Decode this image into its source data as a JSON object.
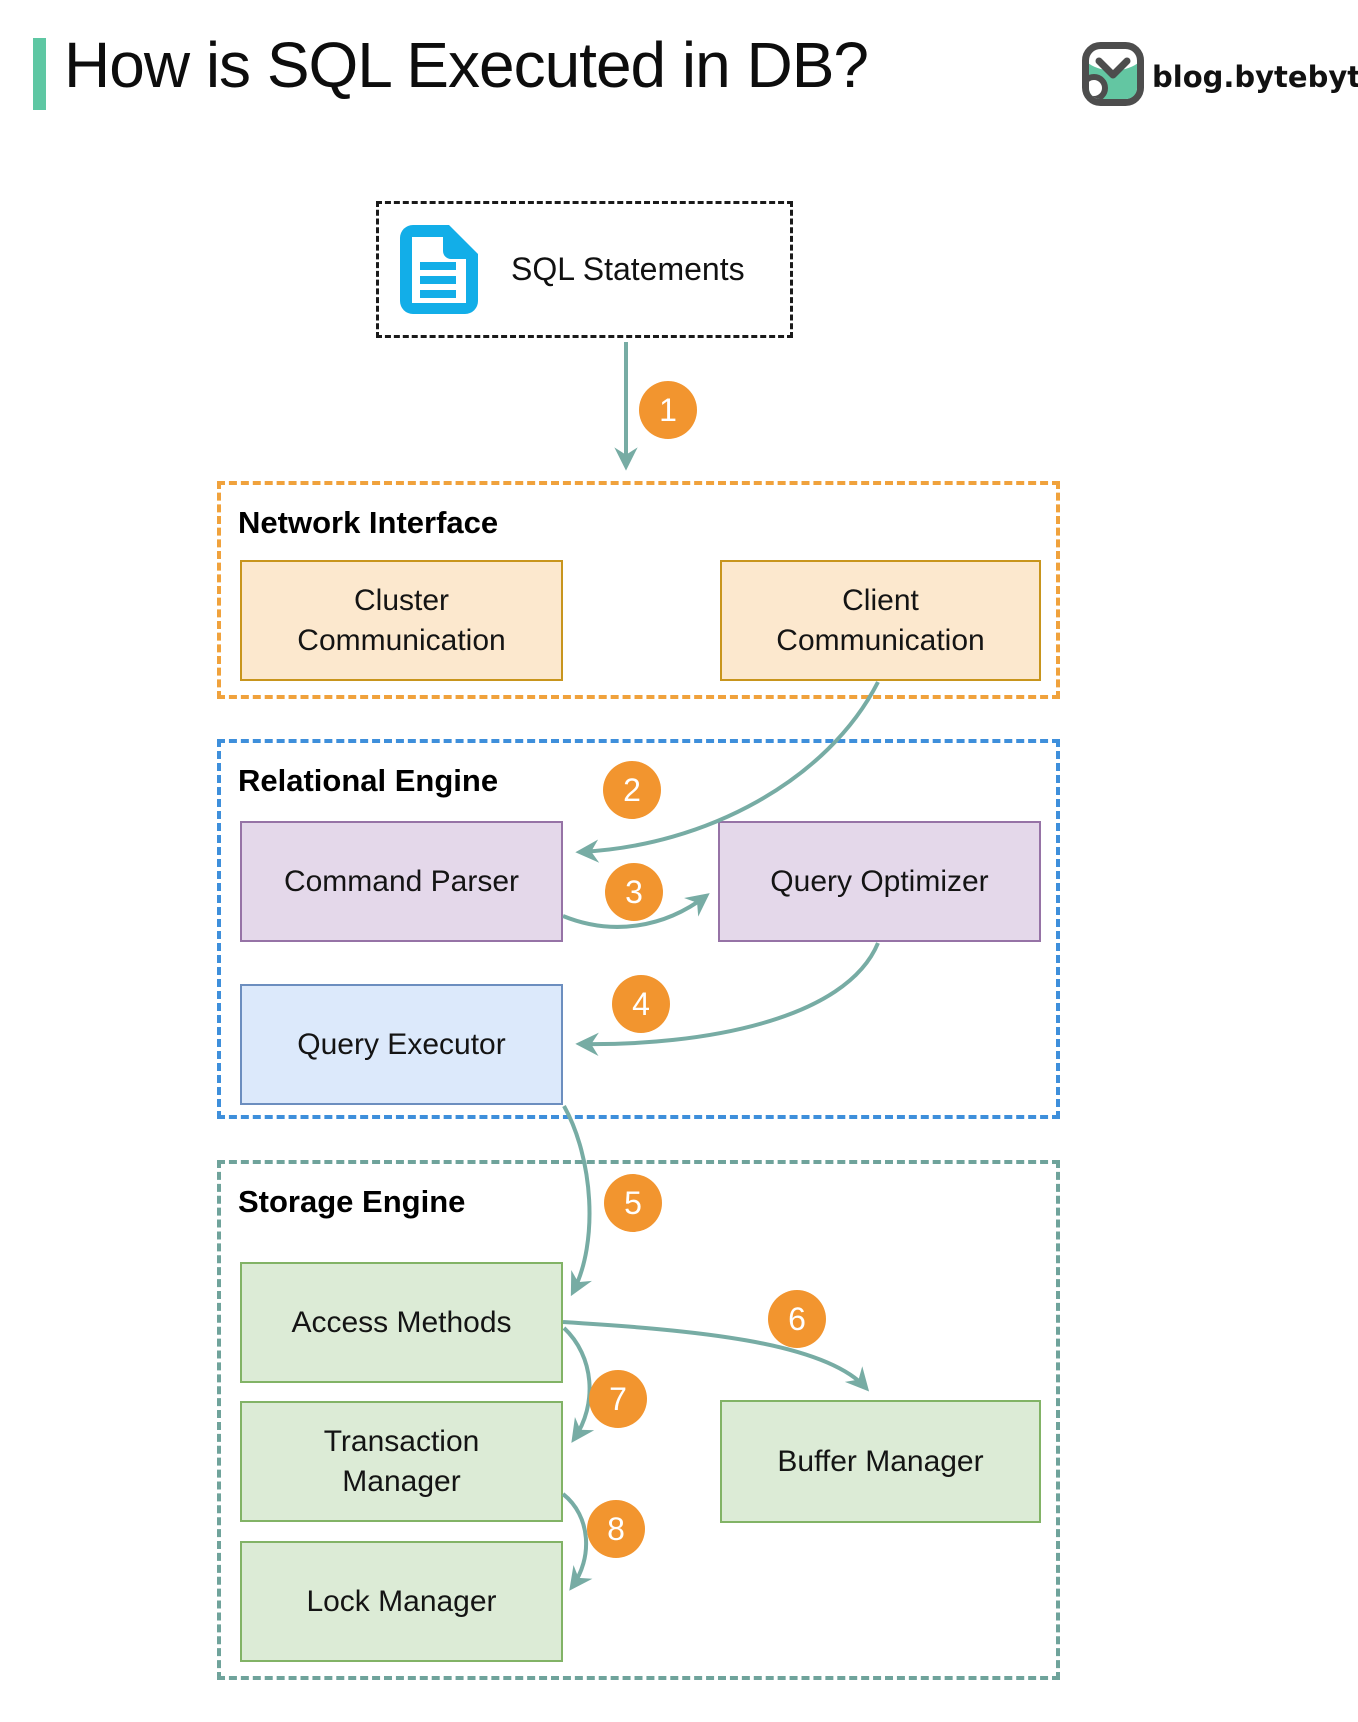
{
  "header": {
    "title": "How is SQL Executed in DB?",
    "site": "blog.bytebytego.com"
  },
  "diagram": {
    "source": {
      "label": "SQL Statements",
      "icon": "sql-document-icon"
    },
    "sections": [
      {
        "label": "Network Interface",
        "boxes": [
          {
            "label": "Cluster Communication"
          },
          {
            "label": "Client Communication"
          }
        ]
      },
      {
        "label": "Relational Engine",
        "boxes": [
          {
            "label": "Command Parser"
          },
          {
            "label": "Query Optimizer"
          },
          {
            "label": "Query Executor"
          }
        ]
      },
      {
        "label": "Storage Engine",
        "boxes": [
          {
            "label": "Access Methods"
          },
          {
            "label": "Transaction Manager"
          },
          {
            "label": "Lock Manager"
          },
          {
            "label": "Buffer Manager"
          }
        ]
      }
    ],
    "steps": [
      {
        "n": "1",
        "from": "SQL Statements",
        "to": "Network Interface"
      },
      {
        "n": "2",
        "from": "Client Communication",
        "to": "Command Parser"
      },
      {
        "n": "3",
        "from": "Command Parser",
        "to": "Query Optimizer"
      },
      {
        "n": "4",
        "from": "Query Optimizer",
        "to": "Query Executor"
      },
      {
        "n": "5",
        "from": "Query Executor",
        "to": "Access Methods"
      },
      {
        "n": "6",
        "from": "Access Methods",
        "to": "Buffer Manager"
      },
      {
        "n": "7",
        "from": "Access Methods",
        "to": "Transaction Manager"
      },
      {
        "n": "8",
        "from": "Transaction Manager",
        "to": "Lock Manager"
      }
    ],
    "colors": {
      "accent_teal": "#5EC7A3",
      "arrow_teal": "#77ACA4",
      "badge_orange": "#F2952F",
      "doc_icon_cyan": "#12AEE8",
      "network_section_border": "#F0A23C",
      "network_box_fill": "#FCE8CE",
      "network_box_border": "#C8951D",
      "relational_section_border": "#3E8FDB",
      "purple_box_fill": "#E4D8EA",
      "purple_box_border": "#9673A6",
      "blue_box_fill": "#DCE9FB",
      "blue_box_border": "#6C8EBF",
      "storage_section_border": "#6FA39B",
      "green_box_fill": "#DCEBD6",
      "green_box_border": "#82B366"
    }
  }
}
